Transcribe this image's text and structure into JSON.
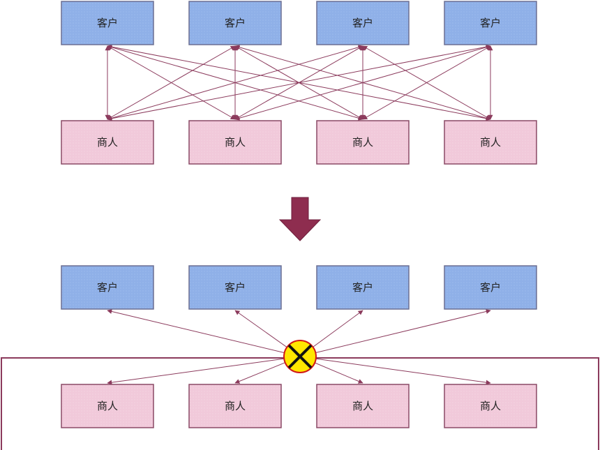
{
  "colors": {
    "customer_fill": "#8fb0e8",
    "customer_stroke": "#6b6f92",
    "merchant_fill": "#f1c9da",
    "merchant_stroke": "#8a4a66",
    "connector": "#8b3a5c",
    "hub_fill": "#ffe600",
    "hub_stroke": "#d01818",
    "hub_x": "#111111",
    "down_arrow": "#8e2d4f",
    "frame": "#8b3a5c"
  },
  "top": {
    "customers": [
      "客户",
      "客户",
      "客户",
      "客户"
    ],
    "merchants": [
      "商人",
      "商人",
      "商人",
      "商人"
    ]
  },
  "bottom": {
    "customers": [
      "客户",
      "客户",
      "客户",
      "客户"
    ],
    "merchants": [
      "商人",
      "商人",
      "商人",
      "商人"
    ]
  },
  "icons": {
    "transition": "down-arrow-icon",
    "hub": "crossed-circle-icon"
  }
}
